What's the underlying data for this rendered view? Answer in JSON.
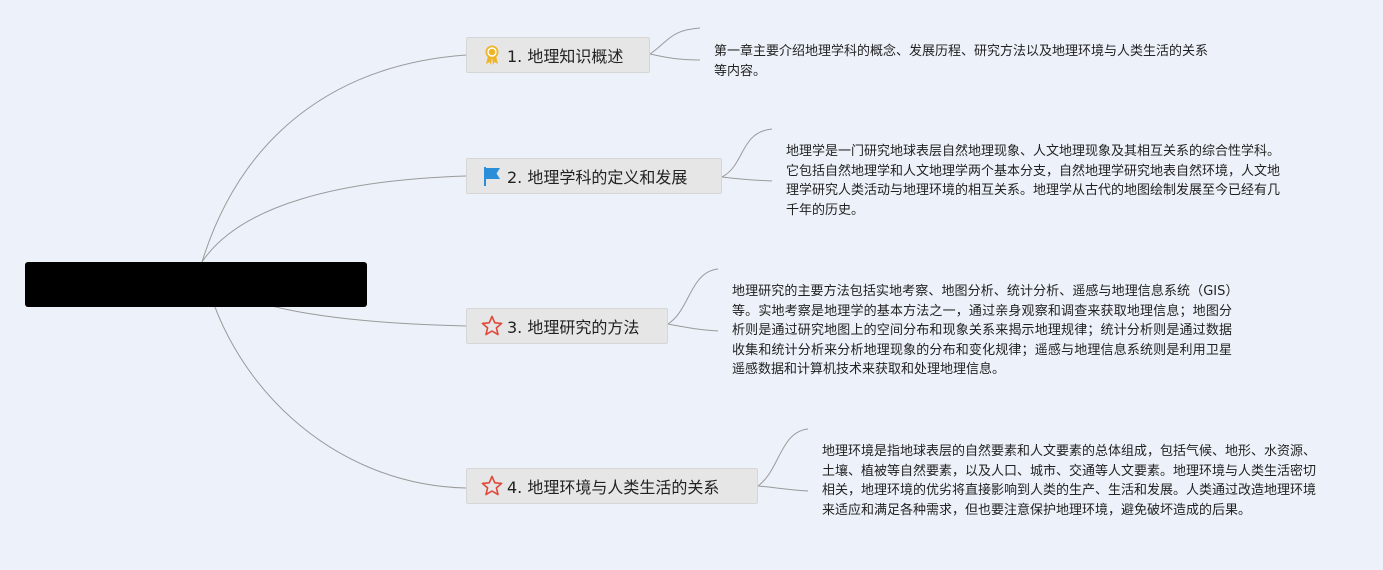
{
  "root": {
    "label": ""
  },
  "topics": [
    {
      "id": "t1",
      "label": "1. 地理知识概述",
      "icon": "award-ribbon-icon",
      "note": "第一章主要介绍地理学科的概念、发展历程、研究方法以及地理环境与人类生活的关系等内容。"
    },
    {
      "id": "t2",
      "label": "2. 地理学科的定义和发展",
      "icon": "blue-flag-icon",
      "note": "地理学是一门研究地球表层自然地理现象、人文地理现象及其相互关系的综合性学科。它包括自然地理学和人文地理学两个基本分支，自然地理学研究地表自然环境，人文地理学研究人类活动与地理环境的相互关系。地理学从古代的地图绘制发展至今已经有几千年的历史。"
    },
    {
      "id": "t3",
      "label": "3. 地理研究的方法",
      "icon": "red-star-outline-icon",
      "note": "地理研究的主要方法包括实地考察、地图分析、统计分析、遥感与地理信息系统（GIS）等。实地考察是地理学的基本方法之一，通过亲身观察和调查来获取地理信息；地图分析则是通过研究地图上的空间分布和现象关系来揭示地理规律；统计分析则是通过数据收集和统计分析来分析地理现象的分布和变化规律；遥感与地理信息系统则是利用卫星遥感数据和计算机技术来获取和处理地理信息。"
    },
    {
      "id": "t4",
      "label": "4. 地理环境与人类生活的关系",
      "icon": "red-star-outline-icon",
      "note": "地理环境是指地球表层的自然要素和人文要素的总体组成，包括气候、地形、水资源、土壤、植被等自然要素，以及人口、城市、交通等人文要素。地理环境与人类生活密切相关，地理环境的优劣将直接影响到人类的生产、生活和发展。人类通过改造地理环境来适应和满足各种需求，但也要注意保护地理环境，避免破坏造成的后果。"
    }
  ],
  "colors": {
    "background": "#edf2fa",
    "root": "#000000",
    "topic_fill": "#e6e6e6",
    "line": "#9a9a9a",
    "flag": "#2a8ed8",
    "star": "#e0483a",
    "award": "#f0b429"
  }
}
